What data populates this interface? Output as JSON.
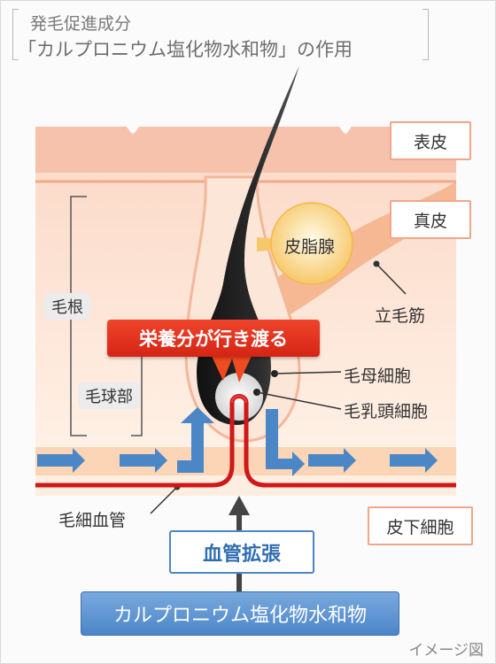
{
  "title": {
    "line1": "発毛促進成分",
    "line2": "「カルプロニウム塩化物水和物」の作用"
  },
  "labels": {
    "epidermis": "表皮",
    "dermis": "真皮",
    "subcutaneous": "皮下細胞",
    "sebaceous_gland": "皮脂腺",
    "arrector_pili": "立毛筋",
    "hair_root": "毛根",
    "hair_bulb": "毛球部",
    "hair_matrix": "毛母細胞",
    "dermal_papilla": "毛乳頭細胞",
    "capillary": "毛細血管"
  },
  "callout": "栄養分が行き渡る",
  "vasodilation": "血管拡張",
  "ingredient": "カルプロニウム塩化物水和物",
  "note": "イメージ図",
  "colors": {
    "callout_red": "#e2331e",
    "vessel_red": "#d01818",
    "flow_blue": "#4b86c6",
    "box_border": "#f0a68a",
    "sebaceous": "#f7c86a"
  }
}
